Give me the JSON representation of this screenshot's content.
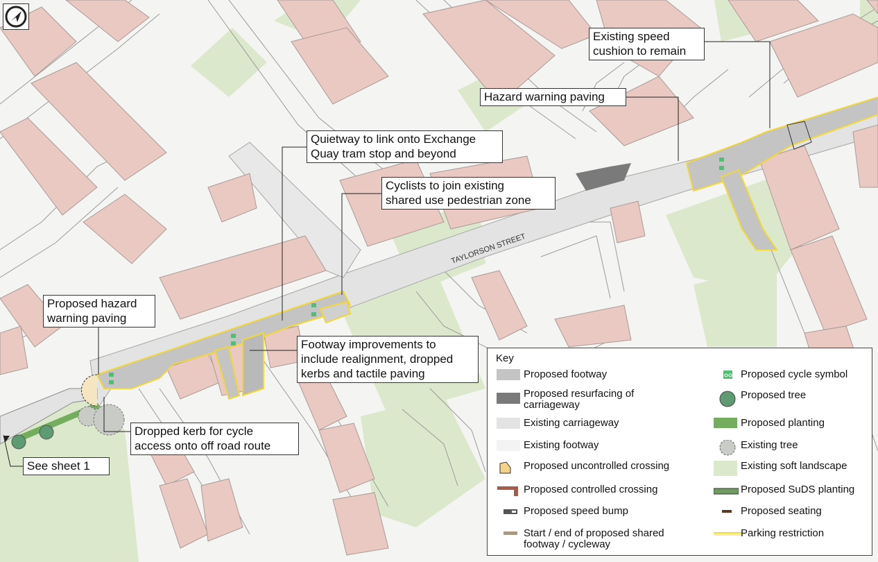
{
  "map": {
    "street_label": "TAYLORSON STREET",
    "north_icon": "north-arrow-icon"
  },
  "callouts": {
    "speed_cushion": "Existing speed\ncushion to remain",
    "hazard_paving": "Hazard warning paving",
    "quietway": "Quietway to link onto Exchange\nQuay tram stop and beyond",
    "cyclists": "Cyclists to join existing\nshared use pedestrian zone",
    "proposed_hazard": "Proposed hazard\nwarning paving",
    "footway_improvements": "Footway improvements to\ninclude realignment, dropped\nkerbs and tactile paving",
    "dropped_kerb": "Dropped kerb for cycle\naccess onto off road route",
    "see_sheet": "See sheet 1"
  },
  "key": {
    "title": "Key",
    "items": [
      {
        "label": "Proposed footway",
        "icon": "footway-swatch",
        "color": "#c4c4c4"
      },
      {
        "label": "Proposed resurfacing of\ncarriageway",
        "icon": "resurfacing-swatch",
        "color": "#7a7a7a"
      },
      {
        "label": "Existing carriageway",
        "icon": "carriageway-swatch",
        "color": "#e3e3e3"
      },
      {
        "label": "Existing footway",
        "icon": "existing-footway-swatch",
        "color": "#f3f3f3"
      },
      {
        "label": "Proposed uncontrolled crossing",
        "icon": "uncontrolled-crossing-icon",
        "color": "#f5d28a"
      },
      {
        "label": "Proposed controlled crossing",
        "icon": "controlled-crossing-icon",
        "color": "#a85a4a"
      },
      {
        "label": "Proposed speed bump",
        "icon": "speed-bump-icon",
        "color": "#555555"
      },
      {
        "label": "Start / end of proposed shared\nfootway / cycleway",
        "icon": "shared-footway-marker-icon",
        "color": "#a89a86"
      },
      {
        "label": "Proposed cycle symbol",
        "icon": "cycle-symbol-icon",
        "color": "#4fbf73"
      },
      {
        "label": "Proposed tree",
        "icon": "proposed-tree-icon",
        "color": "#5e9a72"
      },
      {
        "label": "Proposed planting",
        "icon": "planting-swatch",
        "color": "#75ad5e"
      },
      {
        "label": "Existing tree",
        "icon": "existing-tree-icon",
        "color": "#c9cbc7"
      },
      {
        "label": "Existing soft landscape",
        "icon": "soft-landscape-swatch",
        "color": "#dbe8cc"
      },
      {
        "label": "Proposed SuDS planting",
        "icon": "suds-planting-swatch",
        "color": "#6f9b60"
      },
      {
        "label": "Proposed seating",
        "icon": "seating-icon",
        "color": "#5a3a1e"
      },
      {
        "label": "Parking restriction",
        "icon": "parking-restriction-icon",
        "color": "#f2d63a"
      }
    ]
  },
  "colors": {
    "building": "#e9c9c2",
    "building_edge": "#a99a98",
    "green": "#dbe8cc",
    "road": "#e3e3e3",
    "footway": "#f3f3f3",
    "proposed_footway": "#c4c4c4",
    "parking_restriction": "#f2d63a"
  }
}
